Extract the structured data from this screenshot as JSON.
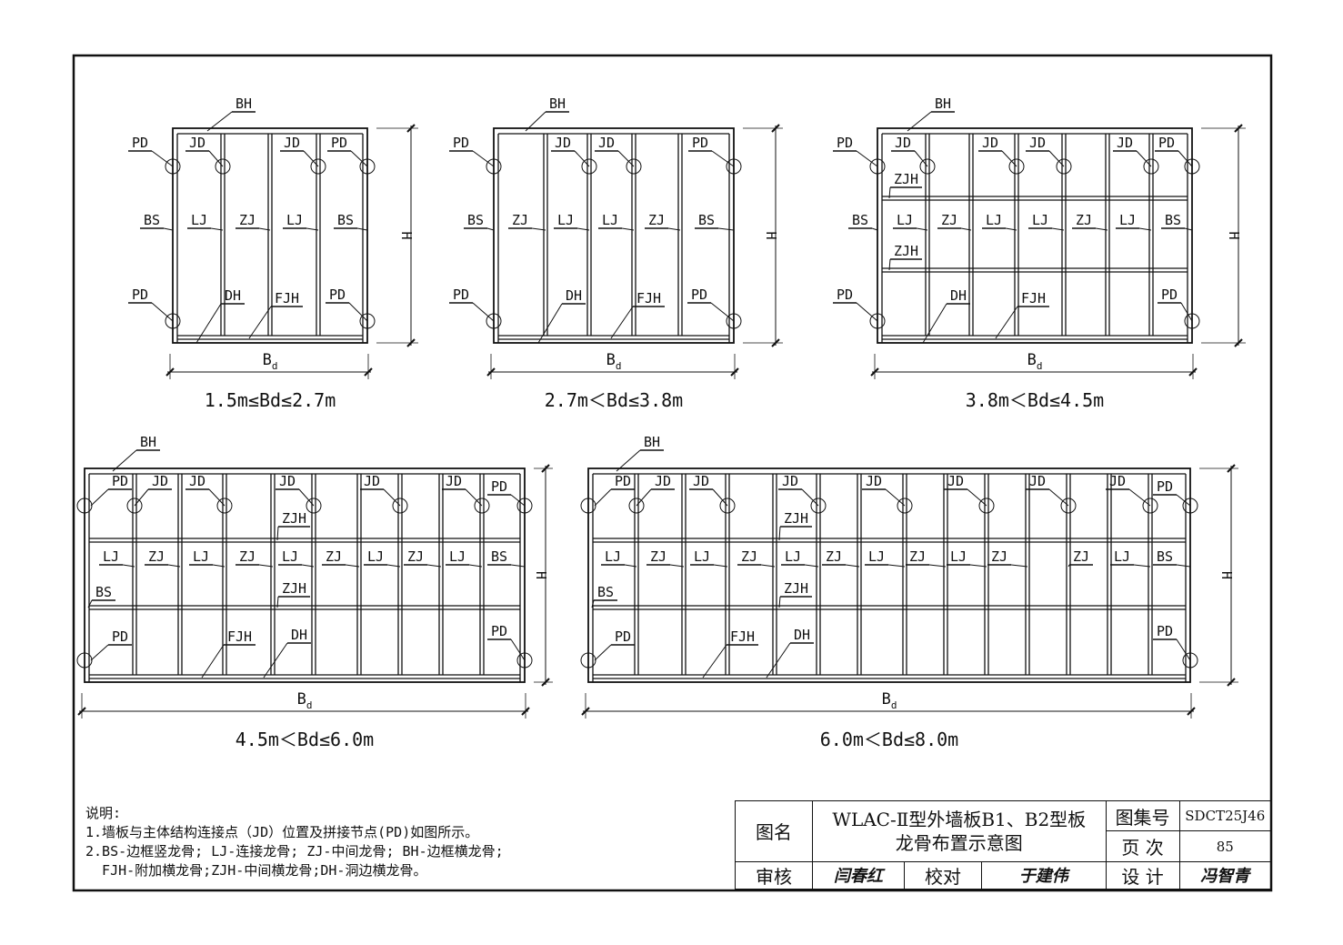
{
  "abbr": {
    "BH": "BH",
    "PD": "PD",
    "JD": "JD",
    "BS": "BS",
    "LJ": "LJ",
    "ZJ": "ZJ",
    "DH": "DH",
    "FJH": "FJH",
    "ZJH": "ZJH",
    "H": "H",
    "Bd": "B",
    "d": "d"
  },
  "captions": [
    "1.5m≤Bd≤2.7m",
    "2.7m＜Bd≤3.8m",
    "3.8m＜Bd≤4.5m",
    "4.5m＜Bd≤6.0m",
    "6.0m＜Bd≤8.0m"
  ],
  "notes": {
    "heading": "说明:",
    "line1": "1.墙板与主体结构连接点（JD）位置及拼接节点(PD)如图所示。",
    "line2": "2.BS-边框竖龙骨; LJ-连接龙骨; ZJ-中间龙骨; BH-边框横龙骨;",
    "line3": "  FJH-附加横龙骨;ZJH-中间横龙骨;DH-洞边横龙骨。"
  },
  "title_block": {
    "name_label": "图名",
    "title_line1": "WLAC-Ⅱ型外墙板B1、B2型板",
    "title_line2": "龙骨布置示意图",
    "atlas_label": "图集号",
    "atlas_value": "SDCT25J46",
    "page_label": "页 次",
    "page_value": "85",
    "review_label": "审核",
    "review_sig": "闫春红",
    "check_label": "校对",
    "check_sig": "于建伟",
    "design_label": "设 计",
    "design_sig": "冯智青"
  }
}
